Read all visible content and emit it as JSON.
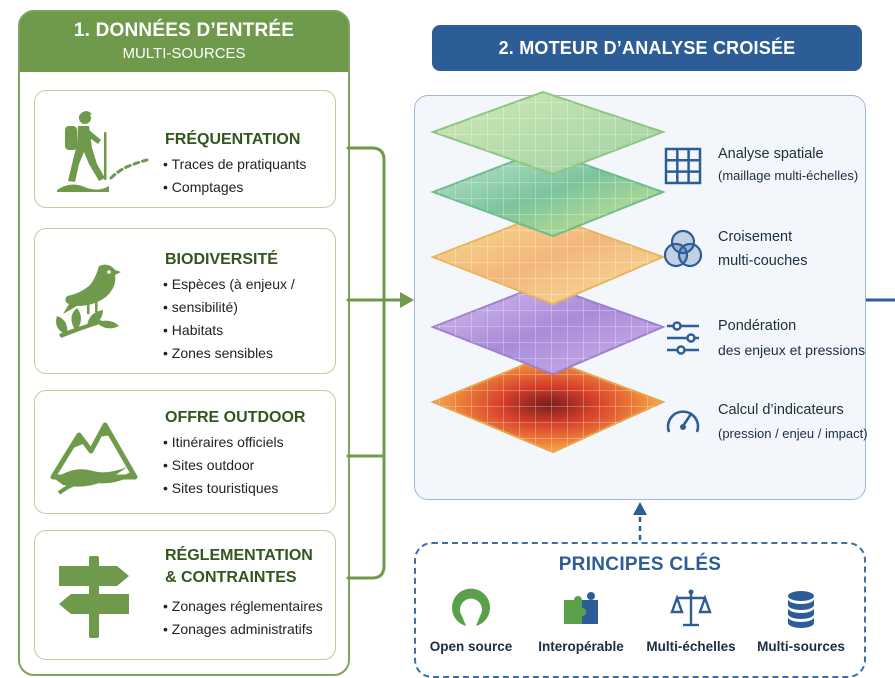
{
  "input_panel": {
    "title_line1": "1. DONNÉES D’ENTRÉE",
    "title_line2": "MULTI-SOURCES",
    "cards": [
      {
        "title_lines": [
          "FRÉQUENTATION"
        ],
        "items": [
          "Traces de pratiquants",
          "Comptages"
        ],
        "icon": "hiker-icon"
      },
      {
        "title_lines": [
          "BIODIVERSITÉ"
        ],
        "items": [
          "Espèces (à enjeux /",
          "sensibilité)",
          "Habitats",
          "Zones sensibles"
        ],
        "icon": "bird-icon"
      },
      {
        "title_lines": [
          "OFFRE OUTDOOR"
        ],
        "items": [
          "Itinéraires officiels",
          "Sites outdoor",
          "Sites touristiques"
        ],
        "icon": "mountain-icon"
      },
      {
        "title_lines": [
          "RÉGLEMENTATION",
          "& CONTRAINTES"
        ],
        "items": [
          "Zonages réglementaires",
          "Zonages administratifs"
        ],
        "icon": "signpost-icon"
      }
    ]
  },
  "engine": {
    "title": "2. MOTEUR D’ANALYSE CROISÉE",
    "features": [
      {
        "line1": "Analyse spatiale",
        "line2": "(maillage multi-échelles)",
        "icon": "grid-icon"
      },
      {
        "line1": "Croisement",
        "line2": "multi-couches",
        "icon": "venn-icon"
      },
      {
        "line1": "Pondération",
        "line2": "des enjeux et pressions",
        "icon": "sliders-icon"
      },
      {
        "line1": "Calcul d’indicateurs",
        "line2": "(pression / enjeu / impact)",
        "icon": "gauge-icon"
      }
    ]
  },
  "principles": {
    "title": "PRINCIPES CLÉS",
    "items": [
      {
        "label": "Open source",
        "icon": "open-source-icon"
      },
      {
        "label": "Interopérable",
        "icon": "puzzle-icon"
      },
      {
        "label": "Multi-échelles",
        "icon": "scale-icon"
      },
      {
        "label": "Multi-sources",
        "icon": "database-icon"
      }
    ]
  },
  "colors": {
    "green_header": "#6f9a4c",
    "green_icon": "#6f9a4c",
    "blue_header": "#2d5d97",
    "blue_icon": "#2d5d97"
  }
}
